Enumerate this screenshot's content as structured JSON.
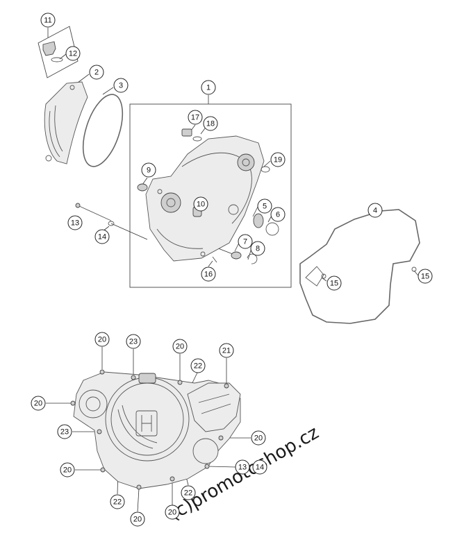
{
  "callouts": [
    {
      "id": "c11",
      "label": "11"
    },
    {
      "id": "c12",
      "label": "12"
    },
    {
      "id": "c2",
      "label": "2"
    },
    {
      "id": "c3",
      "label": "3"
    },
    {
      "id": "c1",
      "label": "1"
    },
    {
      "id": "c17",
      "label": "17"
    },
    {
      "id": "c18",
      "label": "18"
    },
    {
      "id": "c19",
      "label": "19"
    },
    {
      "id": "c9",
      "label": "9"
    },
    {
      "id": "c10",
      "label": "10"
    },
    {
      "id": "c5",
      "label": "5"
    },
    {
      "id": "c6",
      "label": "6"
    },
    {
      "id": "c4",
      "label": "4"
    },
    {
      "id": "c13a",
      "label": "13"
    },
    {
      "id": "c14a",
      "label": "14"
    },
    {
      "id": "c7",
      "label": "7"
    },
    {
      "id": "c8",
      "label": "8"
    },
    {
      "id": "c16",
      "label": "16"
    },
    {
      "id": "c15a",
      "label": "15"
    },
    {
      "id": "c15b",
      "label": "15"
    },
    {
      "id": "c20a",
      "label": "20"
    },
    {
      "id": "c23a",
      "label": "23"
    },
    {
      "id": "c20b",
      "label": "20"
    },
    {
      "id": "c21",
      "label": "21"
    },
    {
      "id": "c22a",
      "label": "22"
    },
    {
      "id": "c20c",
      "label": "20"
    },
    {
      "id": "c23b",
      "label": "23"
    },
    {
      "id": "c20d",
      "label": "20"
    },
    {
      "id": "c20e",
      "label": "20"
    },
    {
      "id": "c13b",
      "label": "13"
    },
    {
      "id": "c14b",
      "label": "14"
    },
    {
      "id": "c22b",
      "label": "22"
    },
    {
      "id": "c22c",
      "label": "22"
    },
    {
      "id": "c20f",
      "label": "20"
    },
    {
      "id": "c20g",
      "label": "20"
    }
  ],
  "watermark": "(c)promotoshop.cz",
  "colors": {
    "line": "#333333",
    "part_fill": "#ececec",
    "background": "#ffffff"
  }
}
